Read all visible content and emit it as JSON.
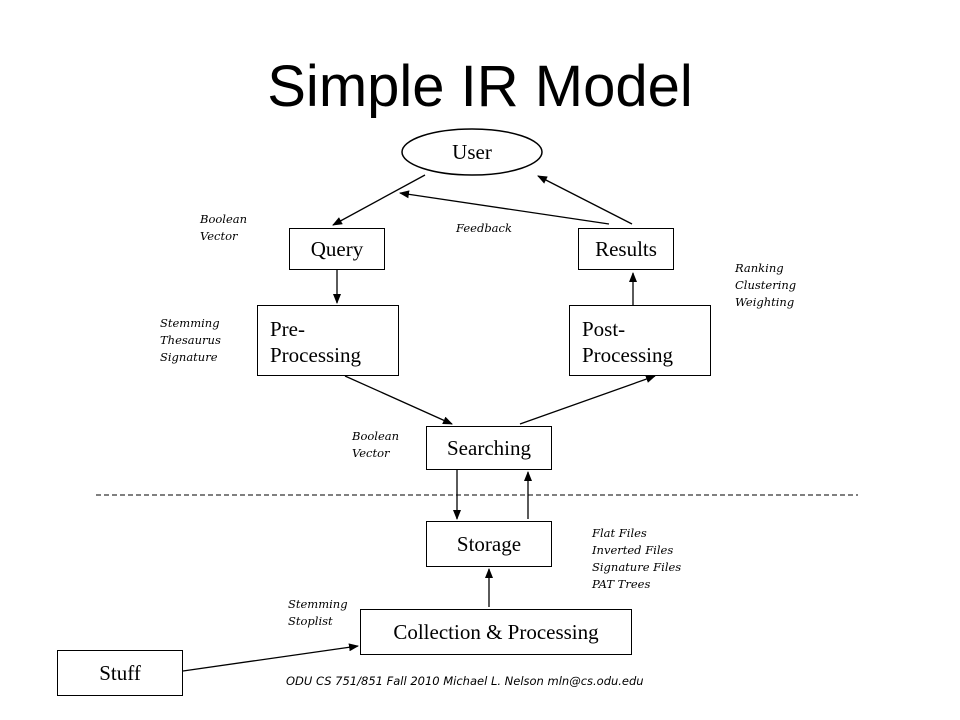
{
  "title": "Simple IR Model",
  "nodes": {
    "user": "User",
    "query": "Query",
    "results": "Results",
    "pre": "Pre-\nProcessing",
    "post": "Post-\nProcessing",
    "searching": "Searching",
    "storage": "Storage",
    "collection": "Collection & Processing",
    "stuff": "Stuff"
  },
  "annotations": {
    "query_types": "Boolean\nVector",
    "feedback": "Feedback",
    "ranking": "Ranking\nClustering\nWeighting",
    "preprocessing": "Stemming\nThesaurus\nSignature",
    "search_types": "Boolean\nVector",
    "file_structures": "Flat Files\nInverted Files\nSignature Files\nPAT Trees",
    "collection_steps": "Stemming\nStoplist"
  },
  "footer": "ODU CS 751/851 Fall 2010 Michael L. Nelson mln@cs.odu.edu"
}
